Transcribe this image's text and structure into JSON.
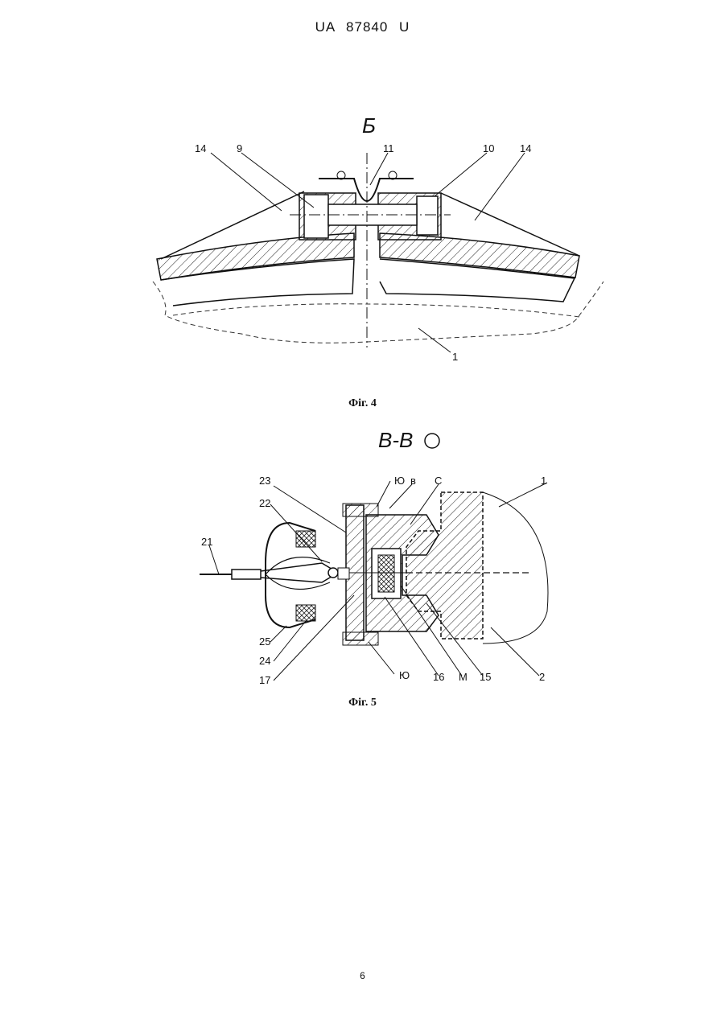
{
  "header": {
    "patent_id": "UA   87840   U"
  },
  "figure4": {
    "section_letter": "Б",
    "caption": "Фіг. 4",
    "labels": [
      "14",
      "9",
      "11",
      "10",
      "14",
      "1"
    ]
  },
  "figure5": {
    "section_title": "В-В",
    "caption": "Фіг. 5",
    "labels_top": [
      "23",
      "Ю",
      "в",
      "С",
      "1",
      "22",
      "21"
    ],
    "labels_bottom": [
      "25",
      "24",
      "17",
      "Ю",
      "16",
      "М",
      "15",
      "2"
    ]
  },
  "page_number": "6"
}
